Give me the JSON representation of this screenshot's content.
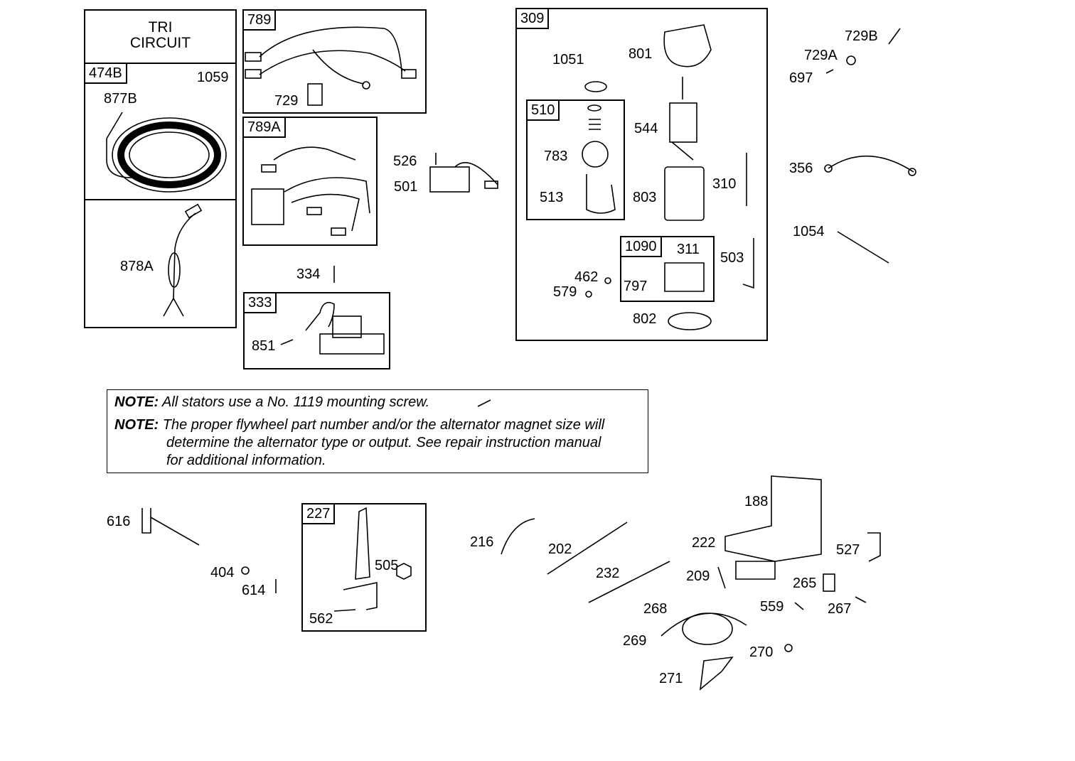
{
  "boxes": {
    "tri": "TRI\nCIRCUIT",
    "b474B": "474B",
    "b789": "789",
    "b789A": "789A",
    "b333": "333",
    "b309": "309",
    "b510": "510",
    "b1090": "1090",
    "b227": "227"
  },
  "parts": {
    "p1059": "1059",
    "p877B": "877B",
    "p878A": "878A",
    "p729": "729",
    "p526": "526",
    "p501": "501",
    "p334": "334",
    "p851": "851",
    "p1051": "1051",
    "p801": "801",
    "p544": "544",
    "p783": "783",
    "p513": "513",
    "p803": "803",
    "p310": "310",
    "p503": "503",
    "p311": "311",
    "p462": "462",
    "p579": "579",
    "p797": "797",
    "p802": "802",
    "p729B": "729B",
    "p729A": "729A",
    "p697": "697",
    "p356": "356",
    "p1054": "1054",
    "p616": "616",
    "p404": "404",
    "p614": "614",
    "p505": "505",
    "p562": "562",
    "p216": "216",
    "p202": "202",
    "p232": "232",
    "p188": "188",
    "p222": "222",
    "p209": "209",
    "p527": "527",
    "p265": "265",
    "p559": "559",
    "p267": "267",
    "p268": "268",
    "p269": "269",
    "p270": "270",
    "p271": "271"
  },
  "notes": {
    "label1": "NOTE:",
    "text1": "All stators use a No. 1119 mounting screw.",
    "label2": "NOTE:",
    "text2_line1": "The proper flywheel part number and/or the alternator magnet size will",
    "text2_line2": "determine the alternator type or output. See repair instruction manual",
    "text2_line3": "for additional information."
  }
}
